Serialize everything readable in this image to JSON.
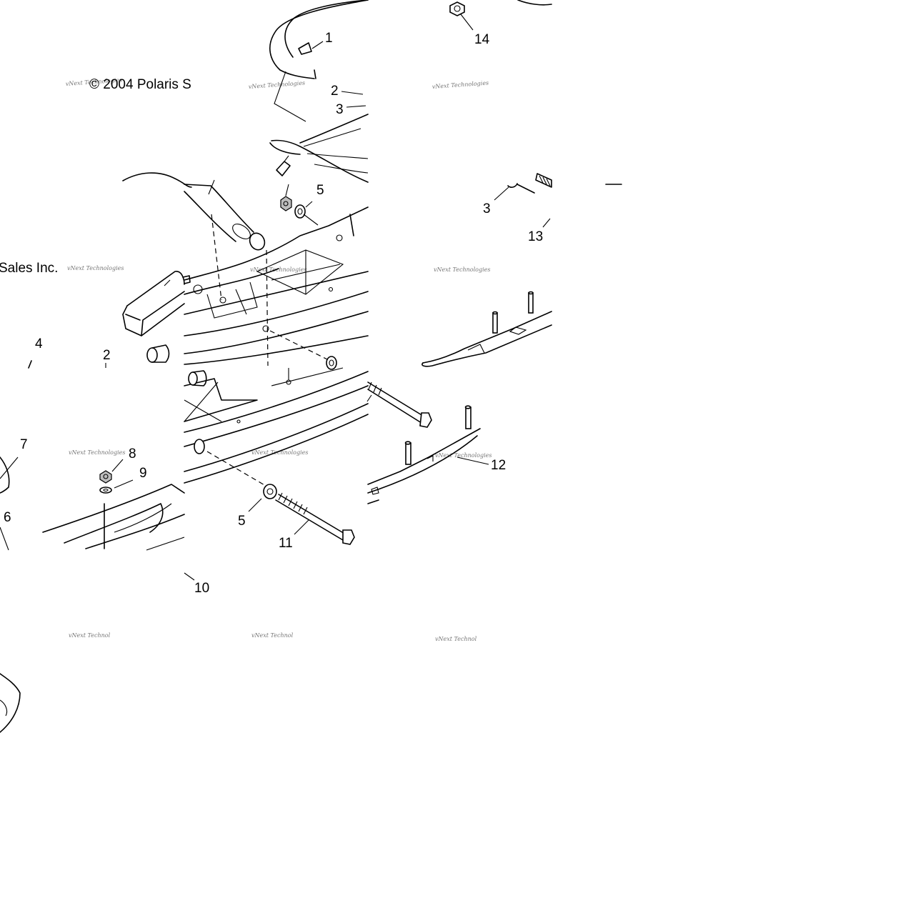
{
  "diagram": {
    "copyright_top": "© 2004 Polaris S",
    "copyright_left": "Sales Inc.",
    "watermark_text": "vNext Technologies",
    "watermark_text_truncated": "vNext Technol",
    "callouts": [
      "1",
      "2",
      "3",
      "14",
      "5",
      "3",
      "13",
      "4",
      "2",
      "7",
      "8",
      "9",
      "6",
      "5",
      "11",
      "12",
      "10"
    ]
  }
}
